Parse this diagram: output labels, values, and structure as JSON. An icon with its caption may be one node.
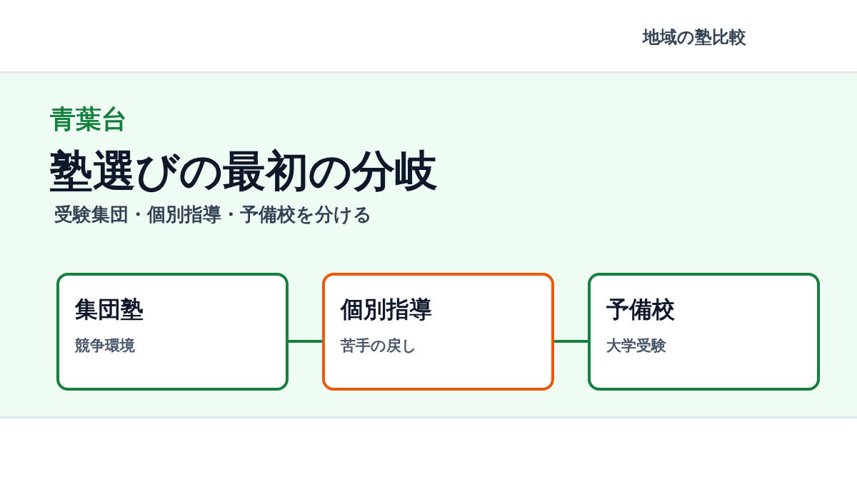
{
  "diagram": {
    "title": "塾選びの最初の分岐",
    "nodes": [
      {
        "text": [
          "集団塾",
          "競争環境"
        ]
      },
      {
        "text": [
          "個別指導",
          "苦手の戻し"
        ]
      },
      {
        "text": [
          "予備校",
          "大学受験"
        ]
      }
    ],
    "edges": [
      {
        "from": 0,
        "to": 1,
        "arrow": "none"
      },
      {
        "from": 1,
        "to": 2,
        "arrow": "none"
      }
    ],
    "labels": [
      "地域の塾比較",
      "青葉台",
      "受験集団・個別指導・予備校を分ける"
    ]
  }
}
